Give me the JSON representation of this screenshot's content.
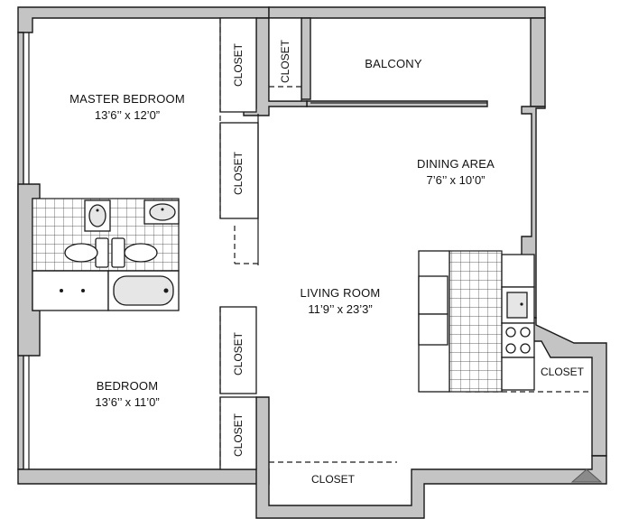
{
  "rooms": {
    "master_bedroom": {
      "name": "MASTER BEDROOM",
      "size": "13’6’’ x 12’0”"
    },
    "bedroom": {
      "name": "BEDROOM",
      "size": "13’6’’ x 11’0”"
    },
    "living_room": {
      "name": "LIVING ROOM",
      "size": "11’9’’ x 23’3”"
    },
    "dining_area": {
      "name": "DINING AREA",
      "size": "7’6’’ x 10’0”"
    },
    "balcony": {
      "name": "BALCONY"
    }
  },
  "closets": {
    "master_top": "CLOSET",
    "balcony_side": "CLOSET",
    "master_mid": "CLOSET",
    "bedroom_top": "CLOSET",
    "bedroom_bottom": "CLOSET",
    "kitchen_side": "CLOSET",
    "bottom": "CLOSET"
  },
  "icons": {
    "entry": "entry-arrow-icon",
    "compass": "north-arrow-icon"
  },
  "colors": {
    "wall": "#c4c4c4",
    "line": "#1a1a1a",
    "background": "#ffffff"
  }
}
